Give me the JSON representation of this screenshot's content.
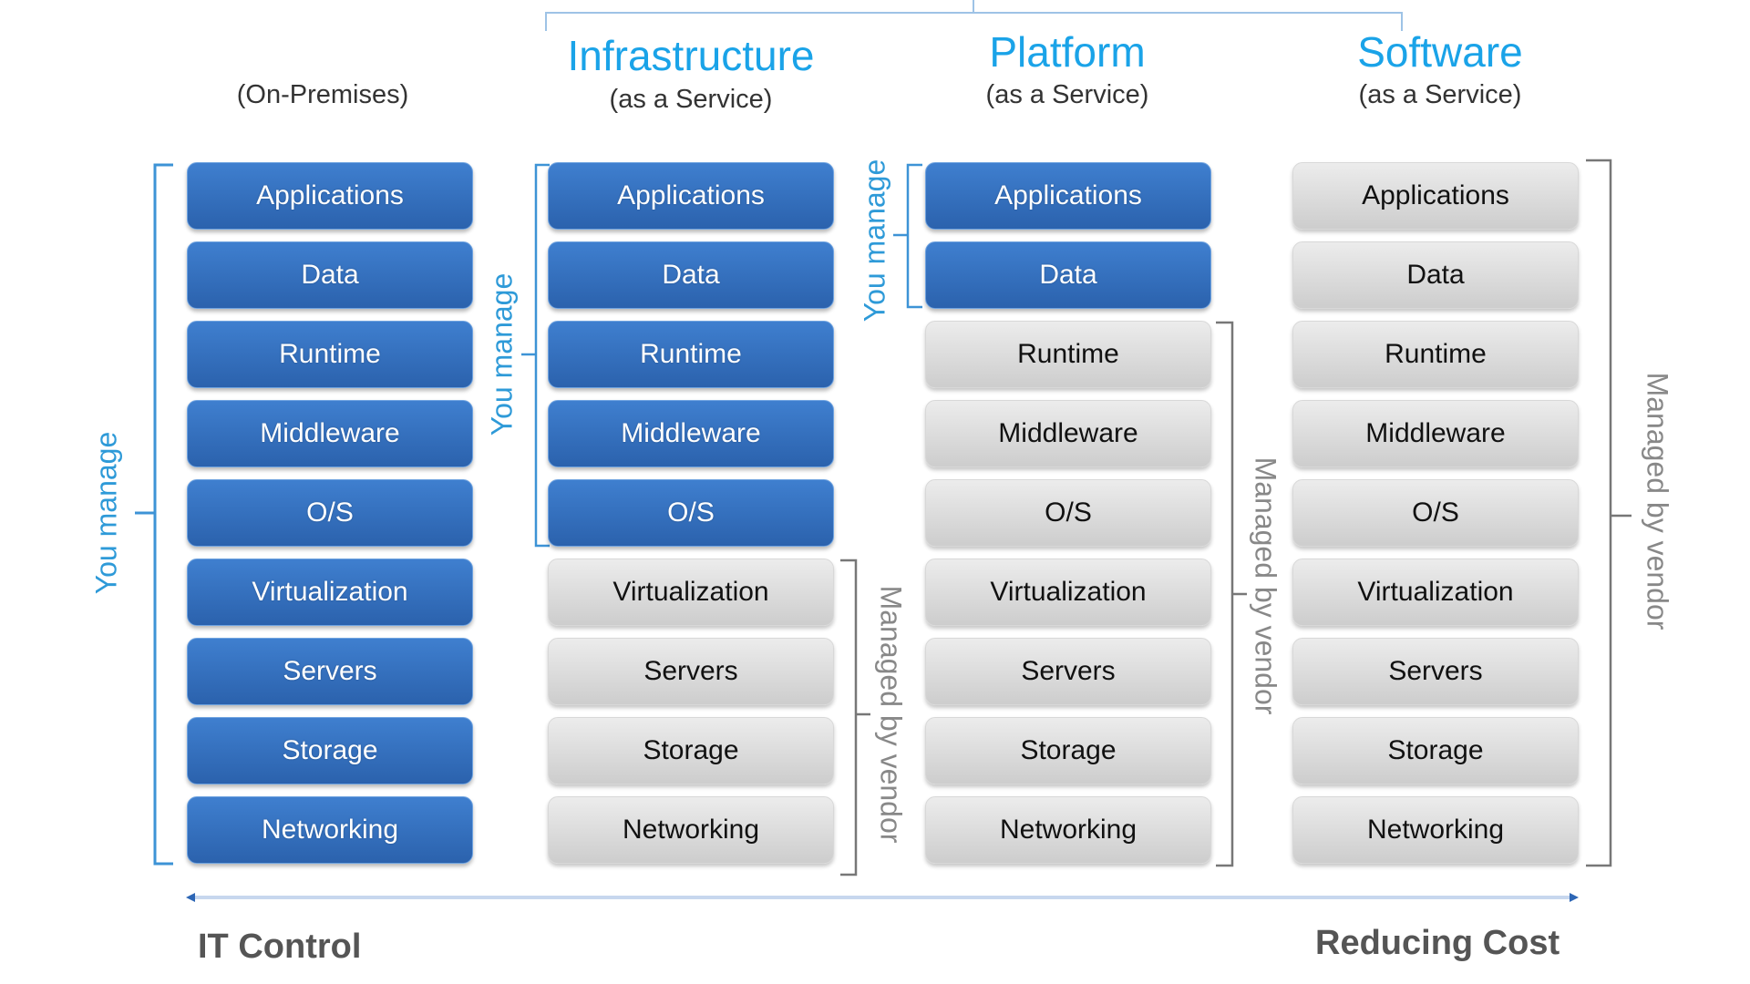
{
  "columns": [
    {
      "id": "on-premises",
      "title": "",
      "subtitle": "(On-Premises)",
      "managed_by_you_count": 9,
      "you_manage_label": "You manage",
      "vendor_label": ""
    },
    {
      "id": "iaas",
      "title": "Infrastructure",
      "subtitle": "(as a Service)",
      "managed_by_you_count": 5,
      "you_manage_label": "You manage",
      "vendor_label": "Managed by vendor"
    },
    {
      "id": "paas",
      "title": "Platform",
      "subtitle": "(as a Service)",
      "managed_by_you_count": 2,
      "you_manage_label": "You manage",
      "vendor_label": "Managed by vendor"
    },
    {
      "id": "saas",
      "title": "Software",
      "subtitle": "(as a Service)",
      "managed_by_you_count": 0,
      "you_manage_label": "",
      "vendor_label": "Managed by vendor"
    }
  ],
  "layers": [
    "Applications",
    "Data",
    "Runtime",
    "Middleware",
    "O/S",
    "Virtualization",
    "Servers",
    "Storage",
    "Networking"
  ],
  "footer": {
    "left_label": "IT Control",
    "right_label": "Reducing Cost"
  },
  "colors": {
    "accent_blue": "#1aa3e8",
    "managed_blue": "#2e6fbf",
    "vendor_grey": "#d9d9d9"
  }
}
